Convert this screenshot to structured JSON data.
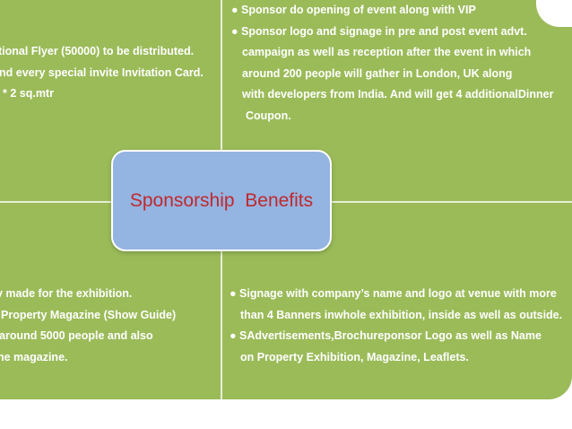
{
  "center": {
    "title": "Sponsorship  Benefits"
  },
  "quadrants": {
    "top_left": [
      "tional Flyer (50000) to be distributed.",
      "nd every special invite Invitation Card.",
      "* 2 sq.mtr"
    ],
    "top_right": [
      "● Sponsor do opening of event along with VIP",
      "● Sponsor logo and signage in pre and post event   advt.",
      "campaign as well as reception after the event  in which",
      "around 200 people will gather in London, UK along",
      "with developers from India. And will get 4 additionalDinner",
      "Coupon."
    ],
    "bottom_left": [
      "y made for the exhibition.",
      "Property Magazine (Show Guide)",
      "around 5000 people and also",
      "he magazine."
    ],
    "bottom_right": [
      "● Signage with company’s name and logo at venue with  more",
      "than 4 Banners inwhole exhibition, inside as well as outside.",
      "● SAdvertisements,Brochureponsor Logo as well as Name",
      "on  Property Exhibition, Magazine, Leaflets."
    ]
  },
  "colors": {
    "background": "#9bbb59",
    "center_box": "#94b4e2",
    "title": "#c0292b",
    "text": "#ffffff"
  }
}
